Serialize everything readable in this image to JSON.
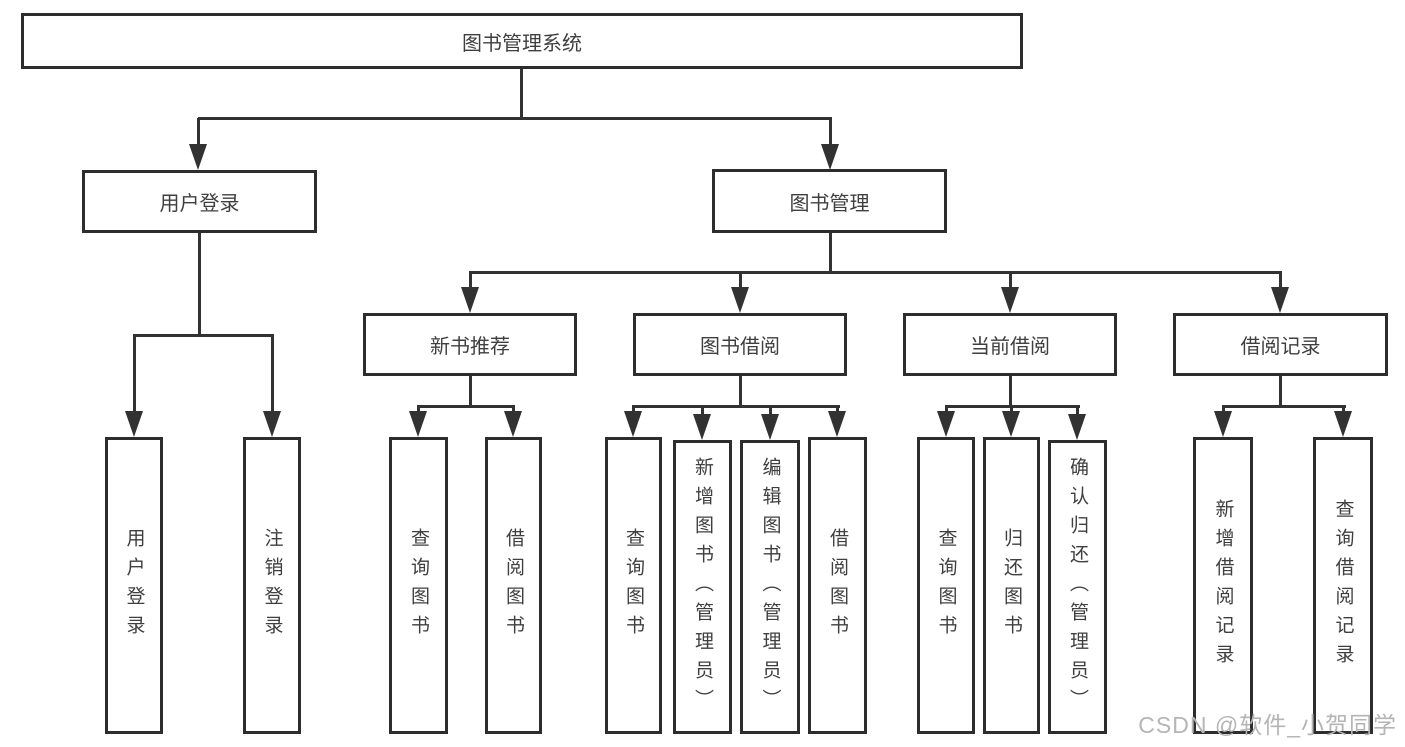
{
  "colors": {
    "background": "#ffffff",
    "box_fill": "#ffffff",
    "box_border": "#2d2d2d",
    "connector_line": "#323232",
    "text": "#3f3f3f",
    "watermark_text": "#b5b5b5"
  },
  "nodes": {
    "root": {
      "label": "图书管理系统"
    },
    "user_login": {
      "label": "用户登录"
    },
    "book_mgmt": {
      "label": "图书管理"
    },
    "new_books": {
      "label": "新书推荐"
    },
    "book_borrow": {
      "label": "图书借阅"
    },
    "current_borrow": {
      "label": "当前借阅"
    },
    "borrow_records": {
      "label": "借阅记录"
    },
    "leaf_user_login": {
      "label": "用户登录"
    },
    "leaf_logout": {
      "label": "注销登录"
    },
    "leaf_query_books_recommend": {
      "label": "查询图书"
    },
    "leaf_borrow_books_recommend": {
      "label": "借阅图书"
    },
    "leaf_query_books_borrow": {
      "label": "查询图书"
    },
    "leaf_add_books": {
      "label": "新增图书（管理员）"
    },
    "leaf_edit_books": {
      "label": "编辑图书（管理员）"
    },
    "leaf_borrow_books_borrow": {
      "label": "借阅图书"
    },
    "leaf_query_books_current": {
      "label": "查询图书"
    },
    "leaf_return_books": {
      "label": "归还图书"
    },
    "leaf_confirm_return": {
      "label": "确认归还（管理员）"
    },
    "leaf_add_borrow_record": {
      "label": "新增借阅记录"
    },
    "leaf_query_borrow_record": {
      "label": "查询借阅记录"
    }
  },
  "watermark": {
    "text": "CSDN @软件_小贺同学"
  }
}
